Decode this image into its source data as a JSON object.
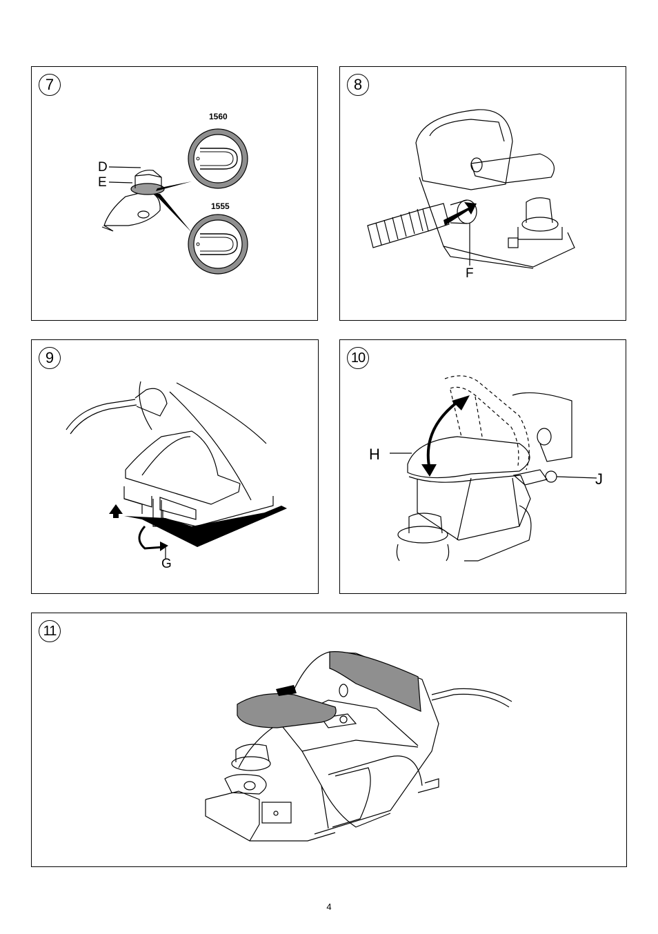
{
  "panels": [
    {
      "id": "7",
      "labels": {
        "d": "D",
        "e": "E"
      },
      "models": [
        "1560",
        "1555"
      ]
    },
    {
      "id": "8",
      "labels": {
        "f": "F"
      }
    },
    {
      "id": "9",
      "labels": {
        "g": "G"
      }
    },
    {
      "id": "10",
      "labels": {
        "h": "H",
        "j": "J"
      }
    },
    {
      "id": "11"
    }
  ],
  "page_number": "4"
}
